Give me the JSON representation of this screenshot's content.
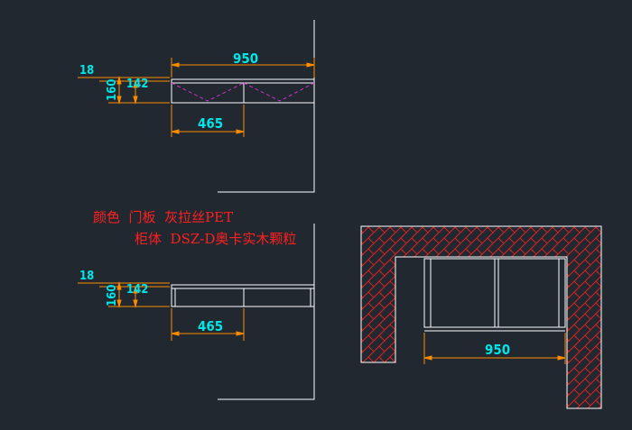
{
  "drawing": {
    "top_elevation": {
      "dim_overall_width": "950",
      "dim_thickness": "18",
      "dim_height": "160",
      "dim_drawer_height": "142",
      "dim_drawer_width": "465"
    },
    "note": {
      "line1": "颜色  门板  灰拉丝PET",
      "line2": "柜体  DSZ-D奥卡实木颗粒"
    },
    "bottom_elevation": {
      "dim_thickness": "18",
      "dim_height": "160",
      "dim_drawer_height": "142",
      "dim_drawer_width": "465"
    },
    "plan_view": {
      "dim_width": "950"
    },
    "colors": {
      "background": "#212830",
      "outline": "#ffffff",
      "dimension": "#ff8c00",
      "dimension_text": "#00e5e5",
      "note": "#ff2020",
      "hatch": "#ff2020",
      "door_swing": "#cc33cc"
    }
  }
}
